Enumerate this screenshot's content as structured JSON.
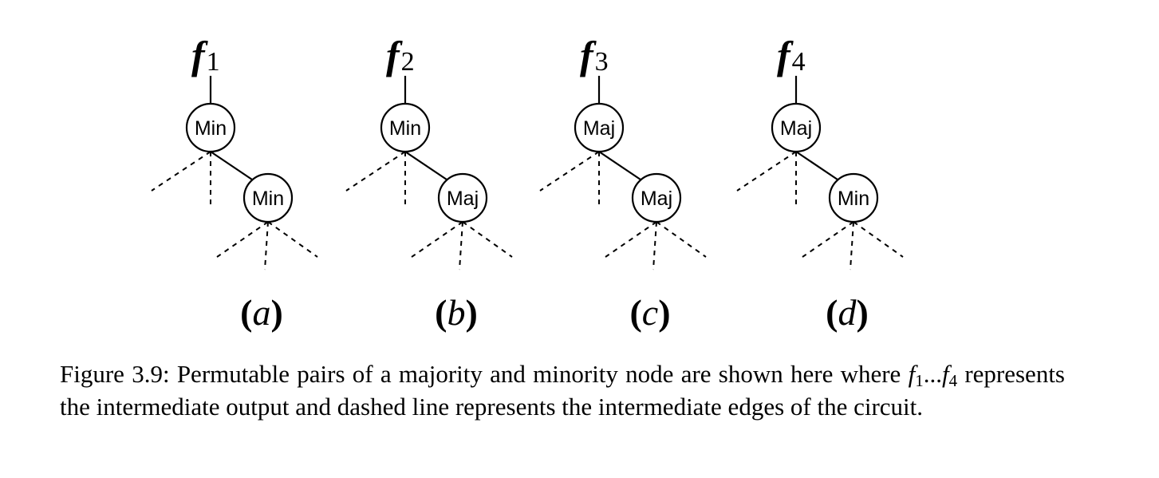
{
  "panels": [
    {
      "output_letter": "f",
      "output_index": "1",
      "top_node": "Min",
      "bottom_node": "Min",
      "label_letter": "a"
    },
    {
      "output_letter": "f",
      "output_index": "2",
      "top_node": "Min",
      "bottom_node": "Maj",
      "label_letter": "b"
    },
    {
      "output_letter": "f",
      "output_index": "3",
      "top_node": "Maj",
      "bottom_node": "Maj",
      "label_letter": "c"
    },
    {
      "output_letter": "f",
      "output_index": "4",
      "top_node": "Maj",
      "bottom_node": "Min",
      "label_letter": "d"
    }
  ],
  "caption": {
    "label": "Figure 3.9:",
    "text_1": " Permutable pairs of a majority and minority node are shown here where ",
    "range_start_letter": "f",
    "range_start_index": "1",
    "range_ellipsis": "...",
    "range_end_letter": "f",
    "range_end_index": "4",
    "text_2": " represents the intermediate output and dashed line represents the intermediate edges of the circuit."
  }
}
